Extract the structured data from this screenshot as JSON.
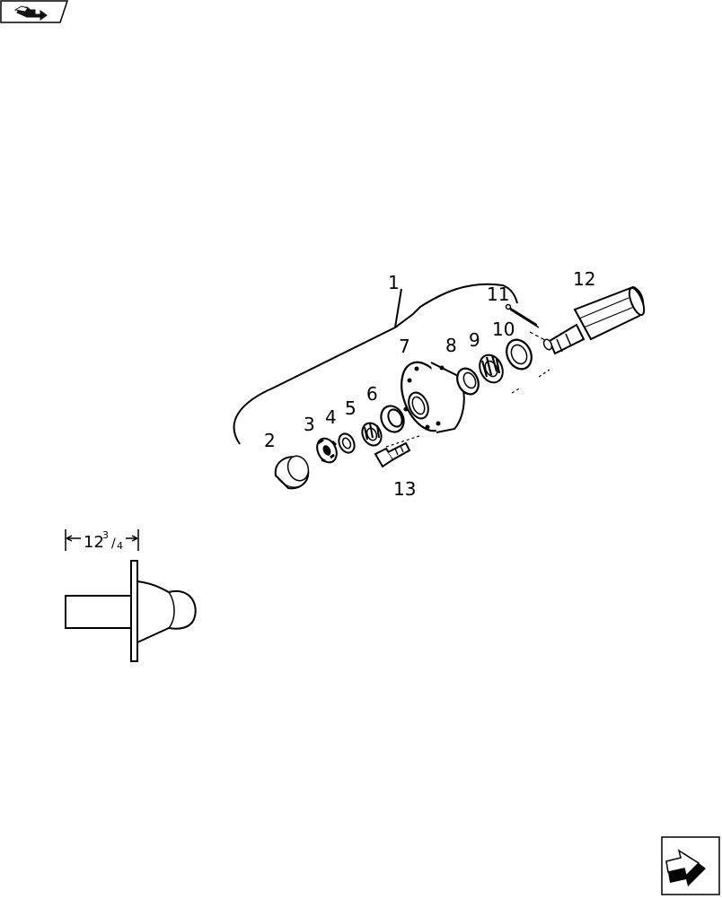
{
  "diagram": {
    "callouts": [
      {
        "id": "1",
        "label": "1"
      },
      {
        "id": "2",
        "label": "2"
      },
      {
        "id": "3",
        "label": "3"
      },
      {
        "id": "4",
        "label": "4"
      },
      {
        "id": "5",
        "label": "5"
      },
      {
        "id": "6",
        "label": "6"
      },
      {
        "id": "7",
        "label": "7"
      },
      {
        "id": "8",
        "label": "8"
      },
      {
        "id": "9",
        "label": "9"
      },
      {
        "id": "10",
        "label": "10"
      },
      {
        "id": "11",
        "label": "11"
      },
      {
        "id": "12",
        "label": "12"
      },
      {
        "id": "13",
        "label": "13"
      }
    ],
    "dimension": {
      "whole": "12",
      "num": "3",
      "den": "4"
    }
  },
  "nav": {
    "back_icon": "folder-back-icon",
    "next_icon": "next-page-arrow-icon"
  }
}
